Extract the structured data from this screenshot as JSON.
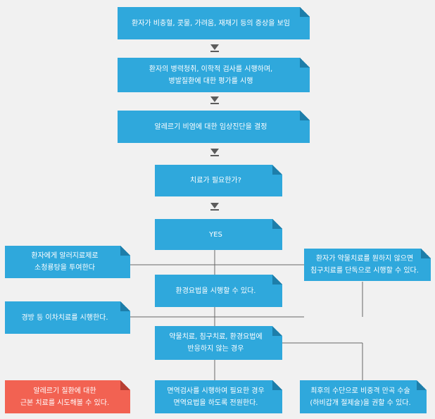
{
  "colors": {
    "box": "#2fa8dc",
    "box_alert": "#f26252",
    "line": "#666666",
    "arrow": "#5c5c5c",
    "background": "#f1f1f1"
  },
  "nodes": {
    "symptoms": "환자가 비충혈, 콧물, 가려움, 재채기 등의 증상을 보임",
    "history": "환자의 병력청취, 이학적 검사를 시행하며,\n병발질환에 대한 평가를 시행",
    "diagnosis": "알레르기 비염에 대한 임상진단을 결정",
    "need_treatment": "치료가 필요한가?",
    "yes": "YES",
    "drug_injection": "환자에게 알러지료제로\n소청룡탕을 투여한다",
    "acupuncture_only": "환자가 약물치료를 원하지 않으면\n침구치료를 단독으로 시행할 수 있다.",
    "environmental": "환경요법을 시행할 수 있다.",
    "secondary": "경방 등 이차치료를 시행한다.",
    "no_response": "약물치료, 침구치료, 환경요법에\n반응하지 않는 경우",
    "root_treatment": "알레르기 질환에 대한\n근본 치료를 시도해볼 수 있다.",
    "immunotherapy": "면역검사를 시행하여 필요한 경우\n면역요법을 하도록 전원한다.",
    "surgery": "최후의 수단으로 비중격 만곡 수술\n(하비갑개 절제술)을 권할 수 있다."
  }
}
